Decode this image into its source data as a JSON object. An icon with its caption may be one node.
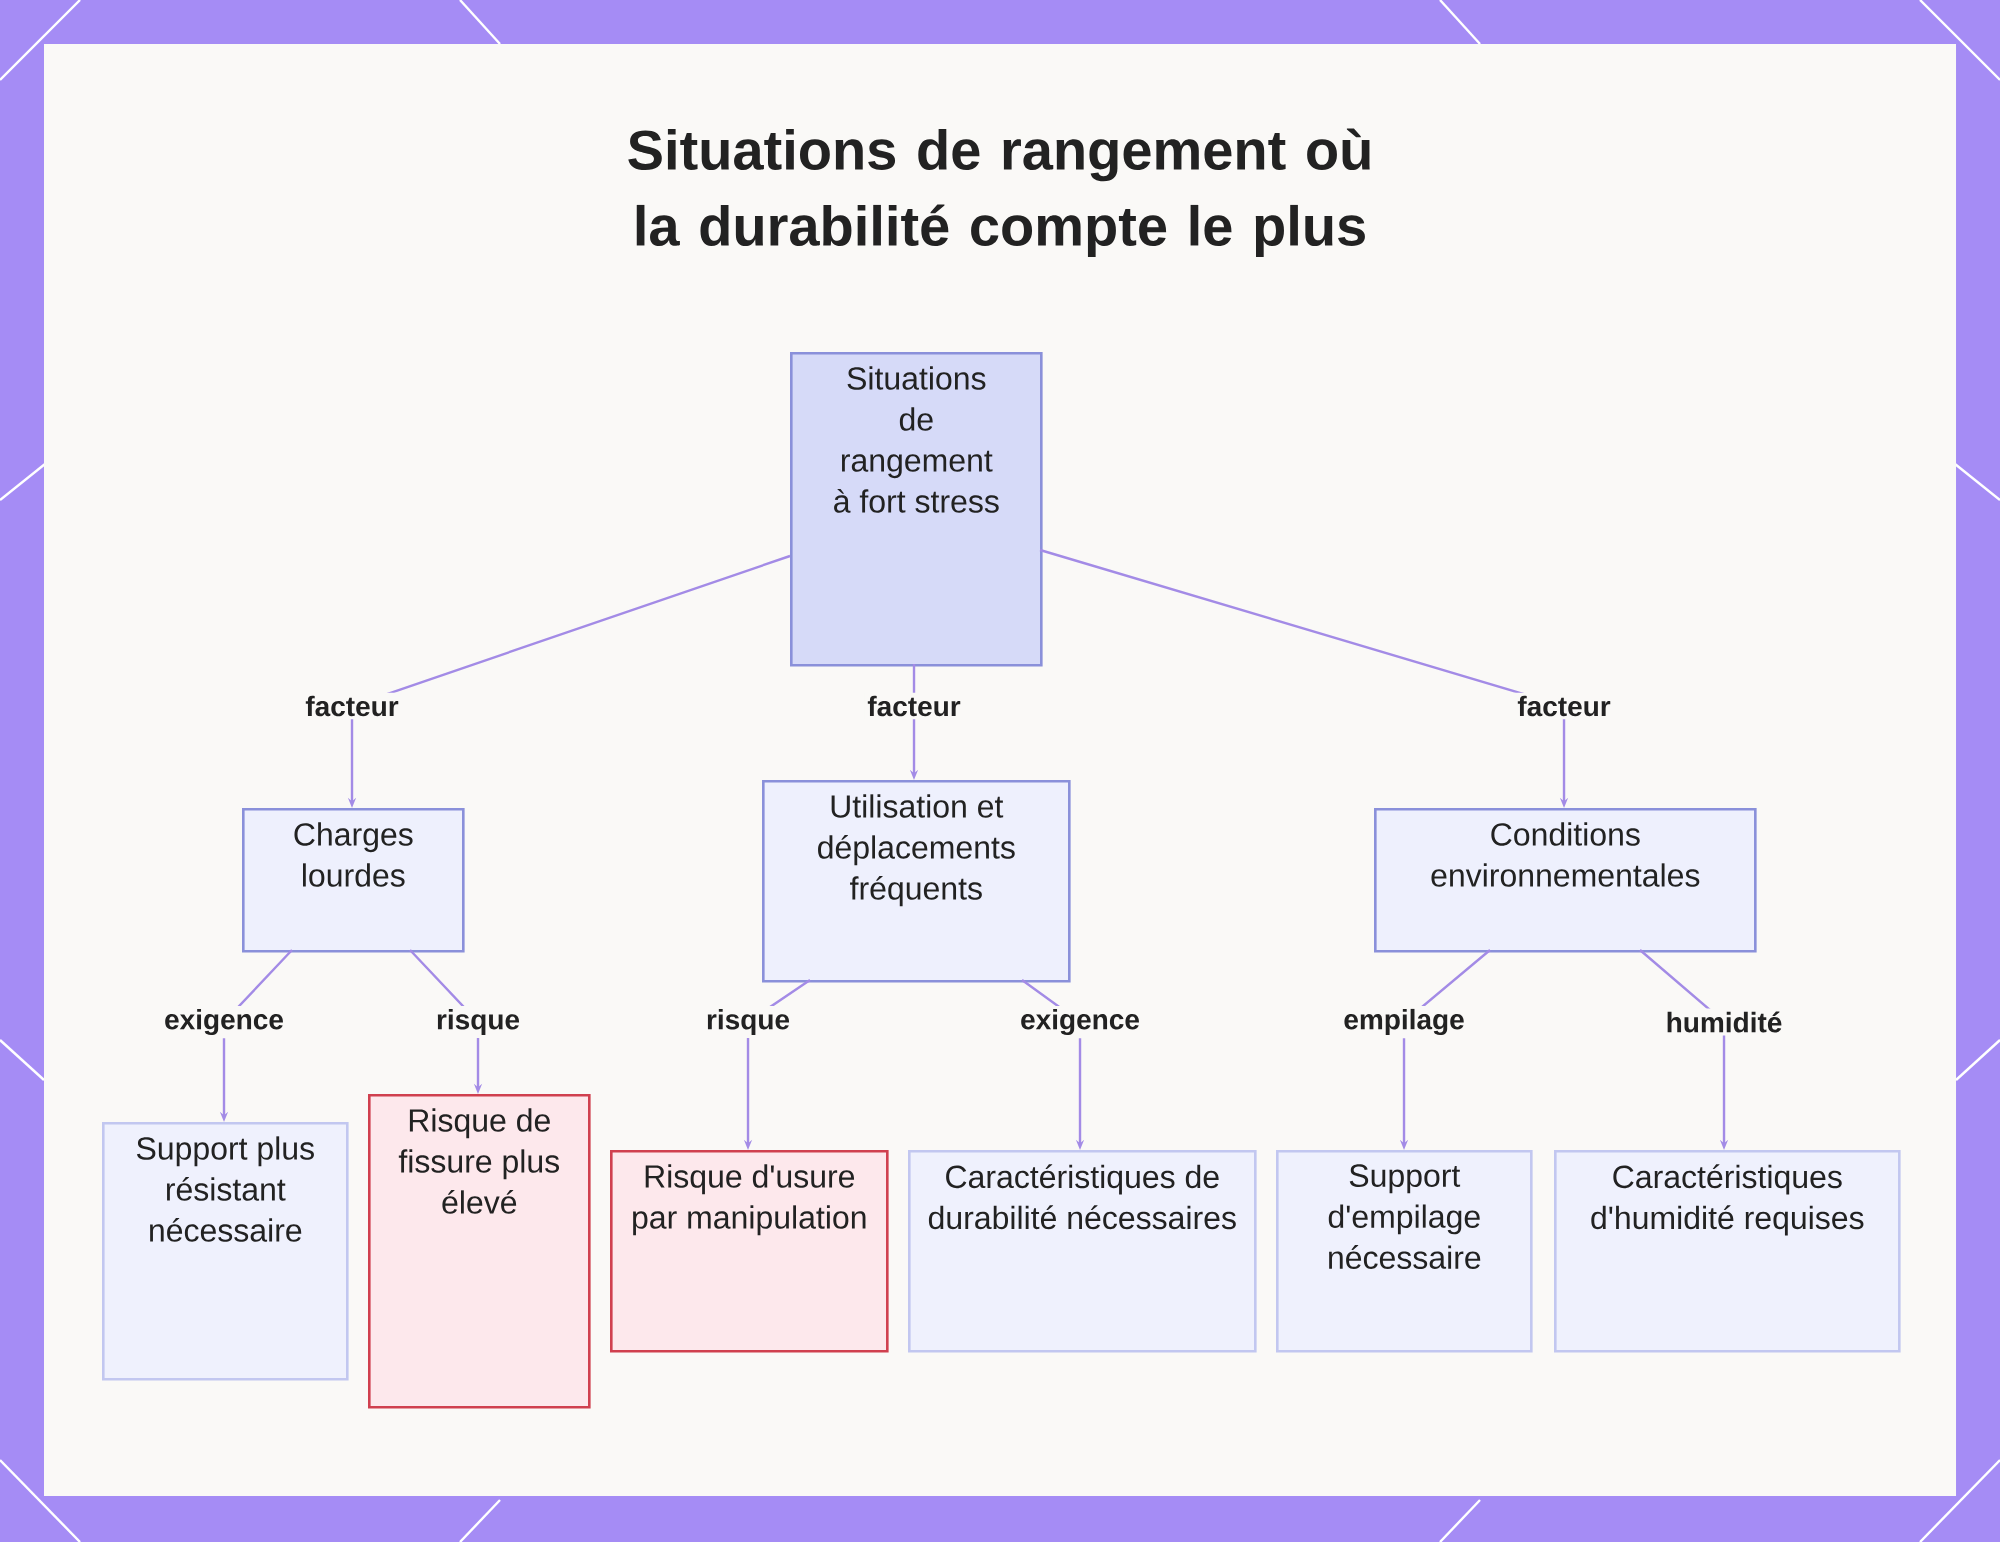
{
  "diagram": {
    "title": "Situations de rangement où la durabilité compte le plus",
    "nodes": [
      {
        "text": [
          "Situations de rangement à fort stress"
        ]
      },
      {
        "text": [
          "Charges lourdes"
        ]
      },
      {
        "text": [
          "Utilisation et déplacements fréquents"
        ]
      },
      {
        "text": [
          "Conditions environnementales"
        ]
      },
      {
        "text": [
          "Support plus résistant nécessaire"
        ]
      },
      {
        "text": [
          "Risque de fissure plus élevé"
        ]
      },
      {
        "text": [
          "Risque d'usure par manipulation"
        ]
      },
      {
        "text": [
          "Caractéristiques de durabilité nécessaires"
        ]
      },
      {
        "text": [
          "Support d'empilage nécessaire"
        ]
      },
      {
        "text": [
          "Caractéristiques d'humidité requises"
        ]
      }
    ],
    "edges": [
      {
        "from": 0,
        "to": 1,
        "arrow": "to",
        "label": "facteur"
      },
      {
        "from": 0,
        "to": 2,
        "arrow": "to",
        "label": "facteur"
      },
      {
        "from": 0,
        "to": 3,
        "arrow": "to",
        "label": "facteur"
      },
      {
        "from": 1,
        "to": 4,
        "arrow": "to",
        "label": "exigence"
      },
      {
        "from": 1,
        "to": 5,
        "arrow": "to",
        "label": "risque"
      },
      {
        "from": 2,
        "to": 6,
        "arrow": "to",
        "label": "risque"
      },
      {
        "from": 2,
        "to": 7,
        "arrow": "to",
        "label": "exigence"
      },
      {
        "from": 3,
        "to": 8,
        "arrow": "to",
        "label": "empilage"
      },
      {
        "from": 3,
        "to": 9,
        "arrow": "to",
        "label": "humidité"
      }
    ]
  }
}
